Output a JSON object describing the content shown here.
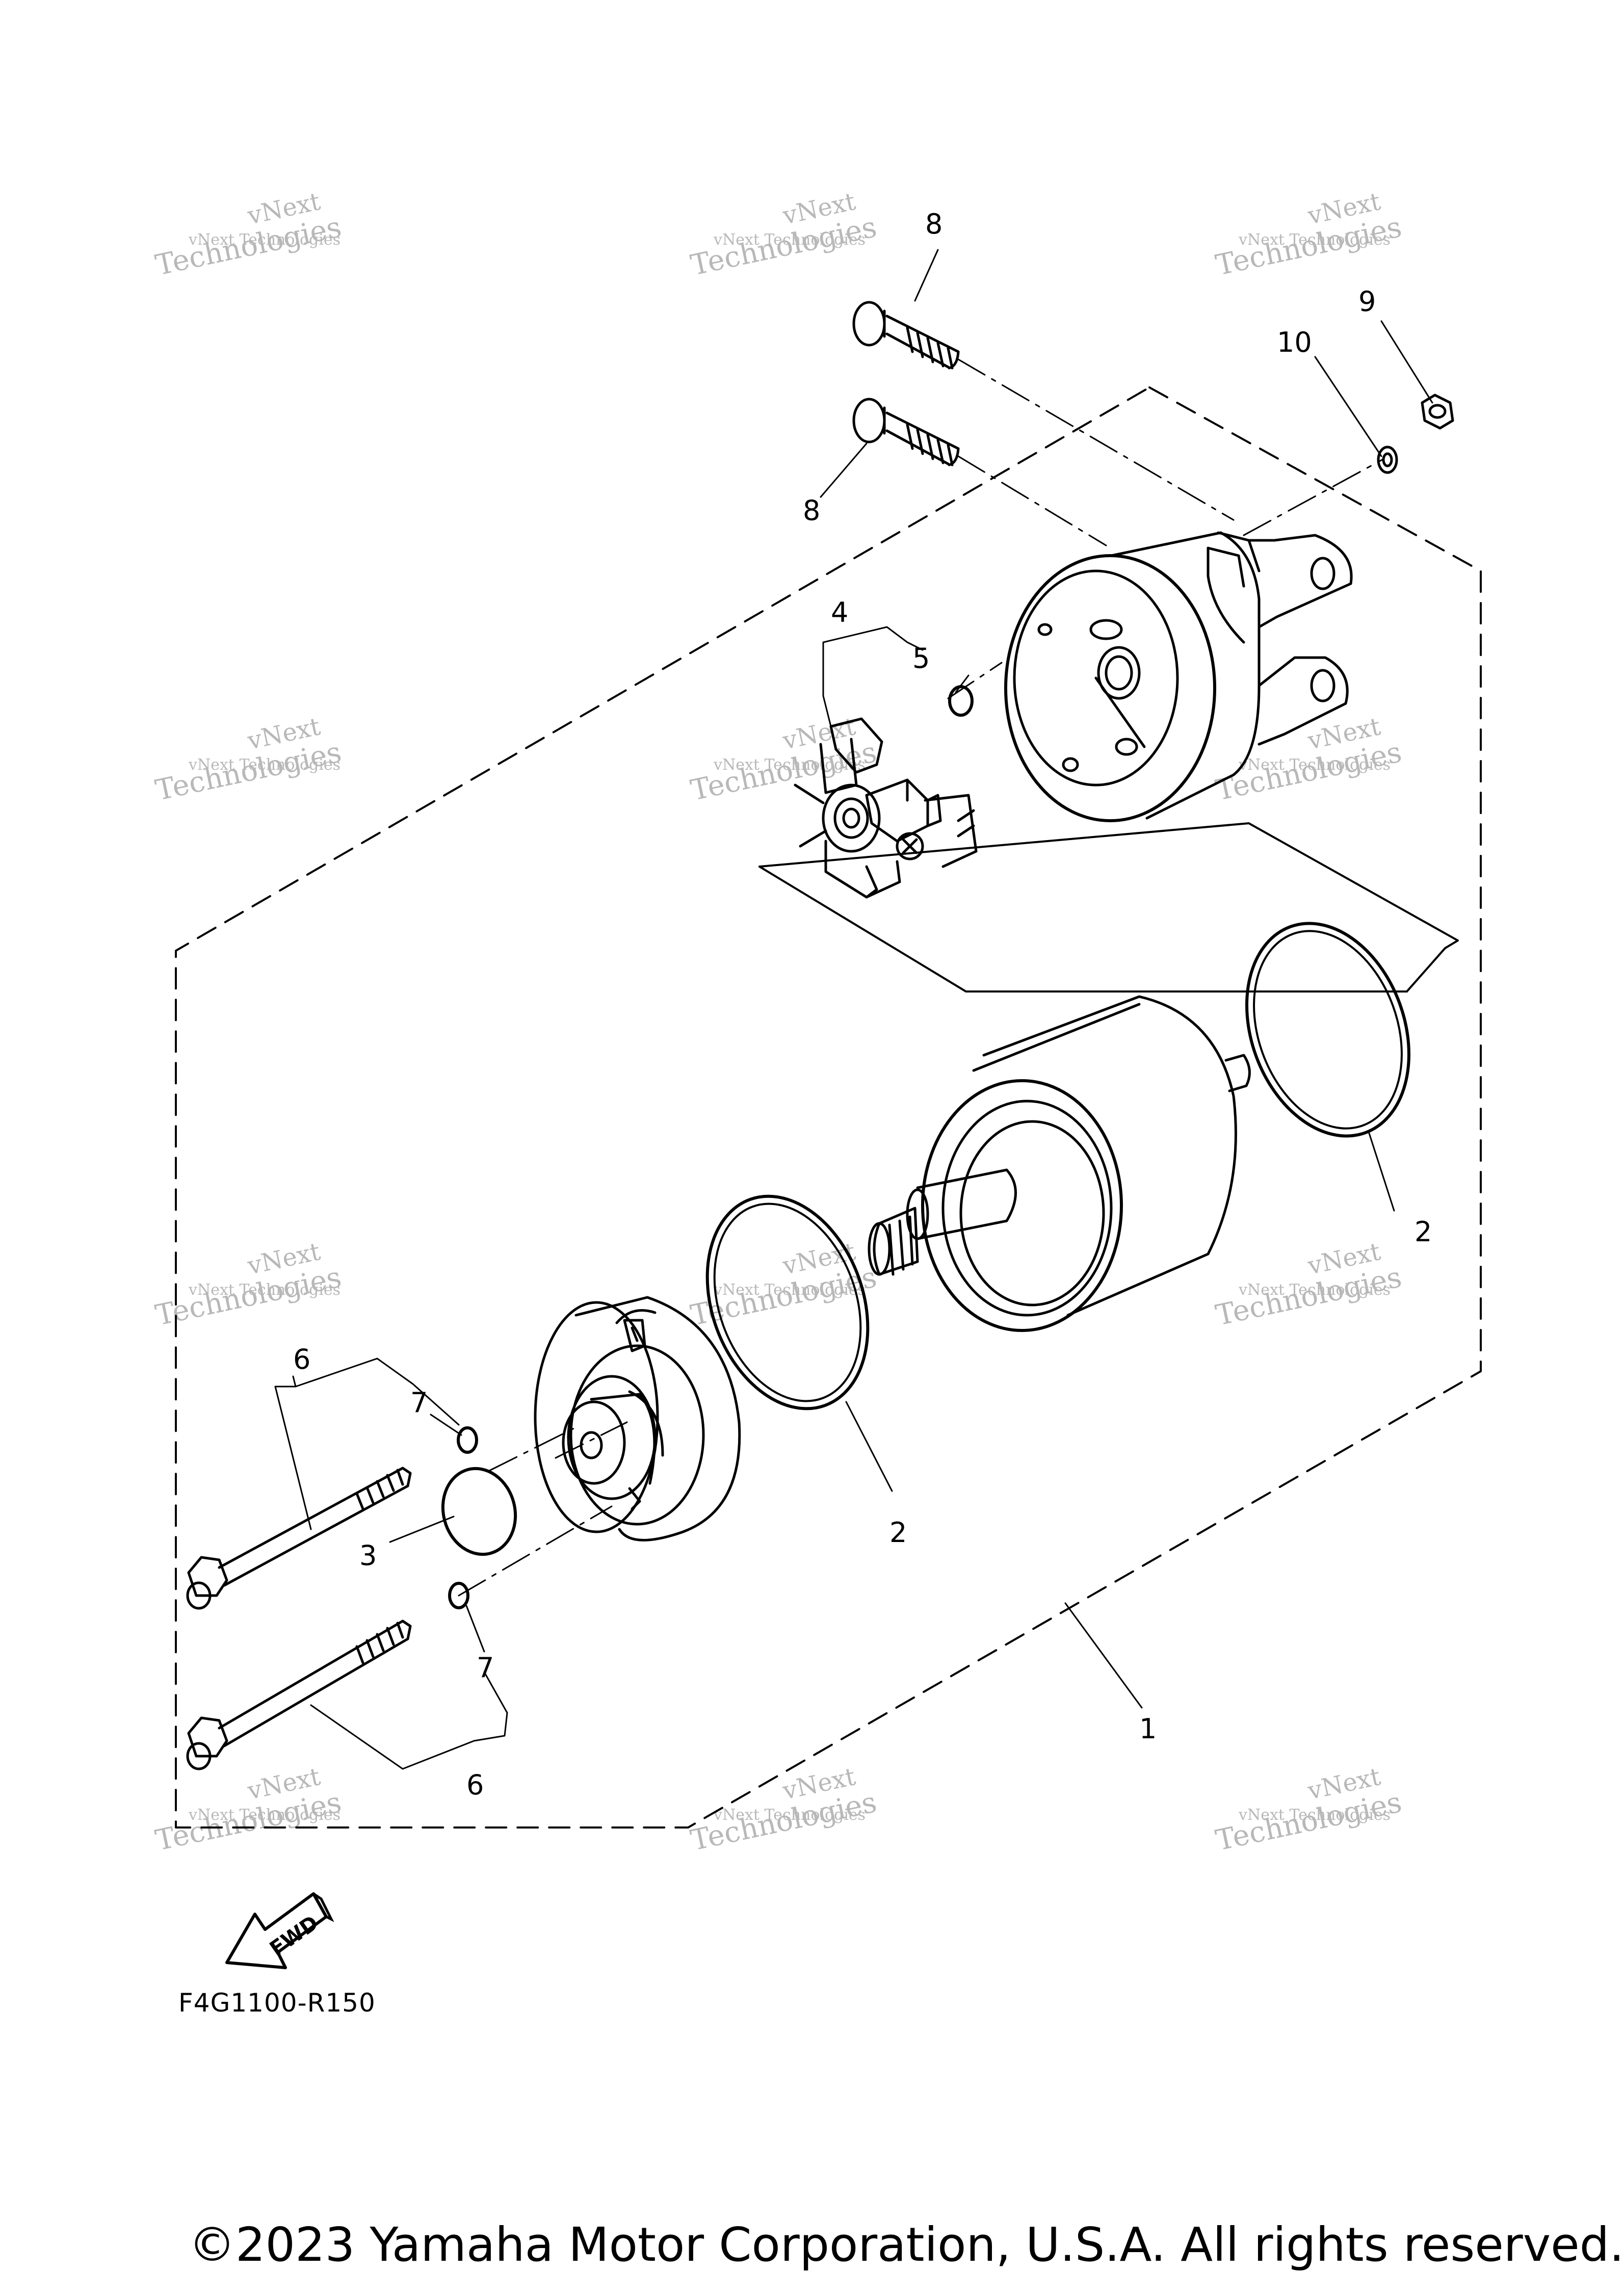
{
  "diagram": {
    "figure_code": "F4G1100-R150",
    "fwd_label": "FWD",
    "copyright": "©2023 Yamaha Motor Corporation, U.S.A. All rights reserved.",
    "watermark": {
      "line1": "vNext Technologies",
      "big1": "vNext",
      "big2": "Technologies"
    },
    "callouts": {
      "c1": "1",
      "c2a": "2",
      "c2b": "2",
      "c3": "3",
      "c4": "4",
      "c5": "5",
      "c6a": "6",
      "c6b": "6",
      "c7a": "7",
      "c7b": "7",
      "c8a": "8",
      "c8b": "8",
      "c9": "9",
      "c10": "10"
    }
  }
}
